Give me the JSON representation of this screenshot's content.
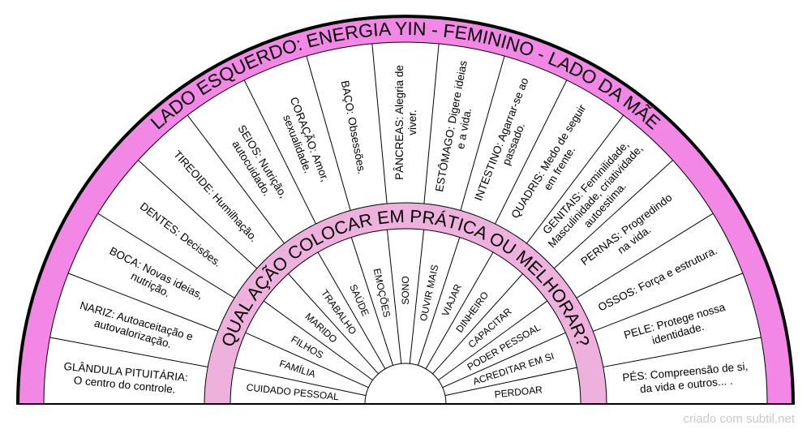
{
  "title_outer": "LADO ESQUERDO: ENERGIA YIN - FEMININO - LADO DA MÃE",
  "title_inner": "QUAL AÇÃO COLOCAR EM PRÁTICA OU MELHORAR?",
  "footer": "criado com subtil.net",
  "colors": {
    "outer_band": "#f287e6",
    "inner_band": "#eeb1dd",
    "line": "#000000"
  },
  "outer_segments": [
    {
      "lines": [
        "GLÂNDULA PITUITÁRIA:",
        "O centro do controle."
      ]
    },
    {
      "lines": [
        "NARIZ: Autoaceitação e",
        "autovalorização."
      ]
    },
    {
      "lines": [
        "BOCA: Novas ideias,",
        "nutrição."
      ]
    },
    {
      "lines": [
        "DENTES: Decisões."
      ]
    },
    {
      "lines": [
        "TIREOIDE: Humilhação."
      ]
    },
    {
      "lines": [
        "SEIOS: Nutrição,",
        "autocuidado."
      ]
    },
    {
      "lines": [
        "CORAÇÃO: Amor,",
        "sexualidade."
      ]
    },
    {
      "lines": [
        "BAÇO: Obsessões."
      ]
    },
    {
      "lines": [
        "PÂNCREAS: Alegria de",
        "viver."
      ]
    },
    {
      "lines": [
        "ESTÔMAGO: Digere ideias",
        "e a vida."
      ]
    },
    {
      "lines": [
        "INTESTINO: Agarrar-se ao",
        "passado."
      ]
    },
    {
      "lines": [
        "QUADRIS: Medo de seguir",
        "em frente."
      ]
    },
    {
      "lines": [
        "GENITAIS: Feminilidade,",
        "Masculinidade, criatividade,",
        "autoestima."
      ]
    },
    {
      "lines": [
        "PERNAS: Progredindo",
        "na vida."
      ]
    },
    {
      "lines": [
        "OSSOS: Força e estrutura."
      ]
    },
    {
      "lines": [
        "PELE: Protege nossa",
        "identidade."
      ]
    },
    {
      "lines": [
        "PÉS: Compreensão de si,",
        "da vida e outros... ."
      ]
    }
  ],
  "inner_segments": [
    "CUIDADO PESSOAL",
    "FAMÍLIA",
    "FILHOS",
    "MARIDO",
    "TRABALHO",
    "SAÚDE",
    "EMOÇÕES",
    "SONO",
    "OUVIR MAIS",
    "VIAJAR",
    "DINHEIRO",
    "CAPACITAR",
    "PODER PESSOAL",
    "ACREDITAR EM SI",
    "PERDOAR"
  ]
}
